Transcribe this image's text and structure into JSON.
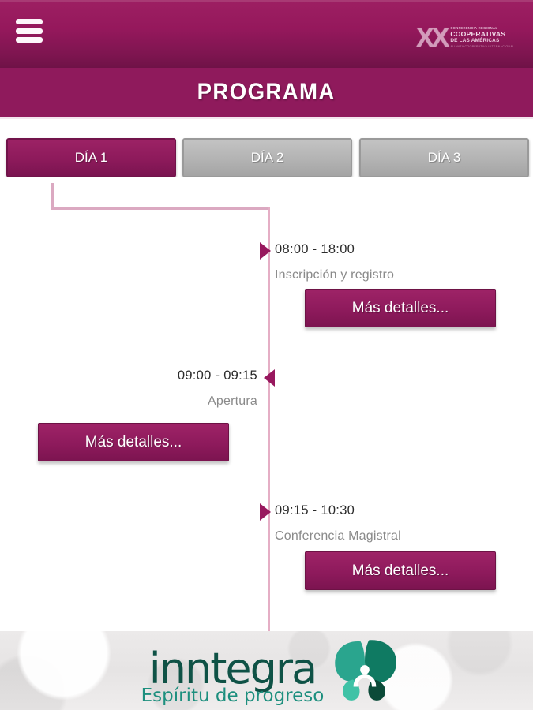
{
  "header": {
    "menu_icon": "hamburger-icon",
    "logo": {
      "mark": "XX",
      "line1": "CONFERENCIA REGIONAL",
      "line2": "COOPERATIVAS",
      "line3": "DE LAS AMÉRICAS",
      "line4": "ALIANZA COOPERATIVA INTERNACIONAL"
    }
  },
  "title_bar": {
    "title": "PROGRAMA"
  },
  "tabs": [
    {
      "label": "DÍA 1",
      "active": true
    },
    {
      "label": "DÍA 2",
      "active": false
    },
    {
      "label": "DÍA 3",
      "active": false
    }
  ],
  "schedule": [
    {
      "time": "08:00 - 18:00",
      "name": "Inscripción y registro",
      "button": "Más detalles...",
      "side": "right",
      "marker": "triangle-right-icon"
    },
    {
      "time": "09:00 - 09:15",
      "name": "Apertura",
      "button": "Más detalles...",
      "side": "left",
      "marker": "triangle-left-icon"
    },
    {
      "time": "09:15 - 10:30",
      "name": "Conferencia Magistral",
      "button": "Más detalles...",
      "side": "right",
      "marker": "triangle-right-icon"
    }
  ],
  "footer": {
    "brand": "inntegra",
    "tagline": "Espíritu de progreso",
    "logo_icon": "butterfly-leaf-icon"
  },
  "colors": {
    "brand_magenta": "#8f1a5c",
    "brand_magenta_light": "#9e2367",
    "timeline_pink": "#e5aec5",
    "tab_gray": "#b3b3b3",
    "time_text": "#2b2b2b",
    "name_text": "#8a8a8a",
    "footer_teal": "#1d8f7e",
    "footer_dark_green": "#0f5246"
  }
}
